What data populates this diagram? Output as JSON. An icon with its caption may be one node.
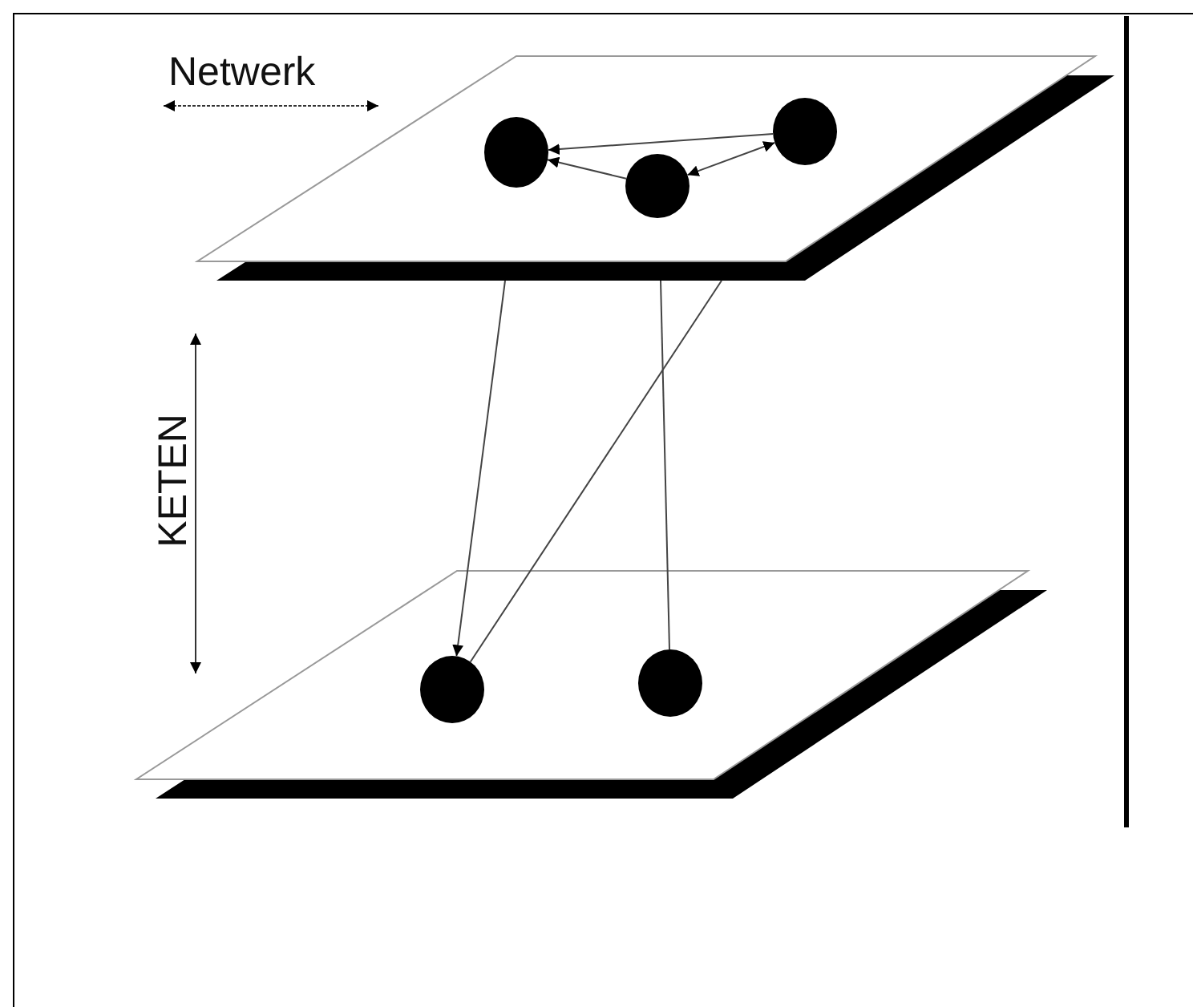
{
  "diagram": {
    "nodes": [
      {
        "text": [],
        "shape": "parallelogram"
      },
      {
        "text": [],
        "shape": "circle",
        "in": 0
      },
      {
        "text": [],
        "shape": "circle",
        "in": 0
      },
      {
        "text": [],
        "shape": "circle",
        "in": 0
      },
      {
        "text": [],
        "shape": "parallelogram"
      },
      {
        "text": [],
        "shape": "circle",
        "in": 4
      },
      {
        "text": [],
        "shape": "circle",
        "in": 4
      }
    ],
    "edges": [
      {
        "from": 3,
        "to": 1,
        "arrow": "to"
      },
      {
        "from": 2,
        "to": 1,
        "arrow": "to"
      },
      {
        "from": 2,
        "to": 3,
        "arrow": "both"
      },
      {
        "from": 0,
        "to": 5,
        "arrow": "to"
      },
      {
        "from": 0,
        "to": 6,
        "arrow": "none"
      },
      {
        "from": 0,
        "to": 5,
        "arrow": "none"
      }
    ],
    "labels": [
      "Netwerk",
      "KETEN"
    ]
  }
}
